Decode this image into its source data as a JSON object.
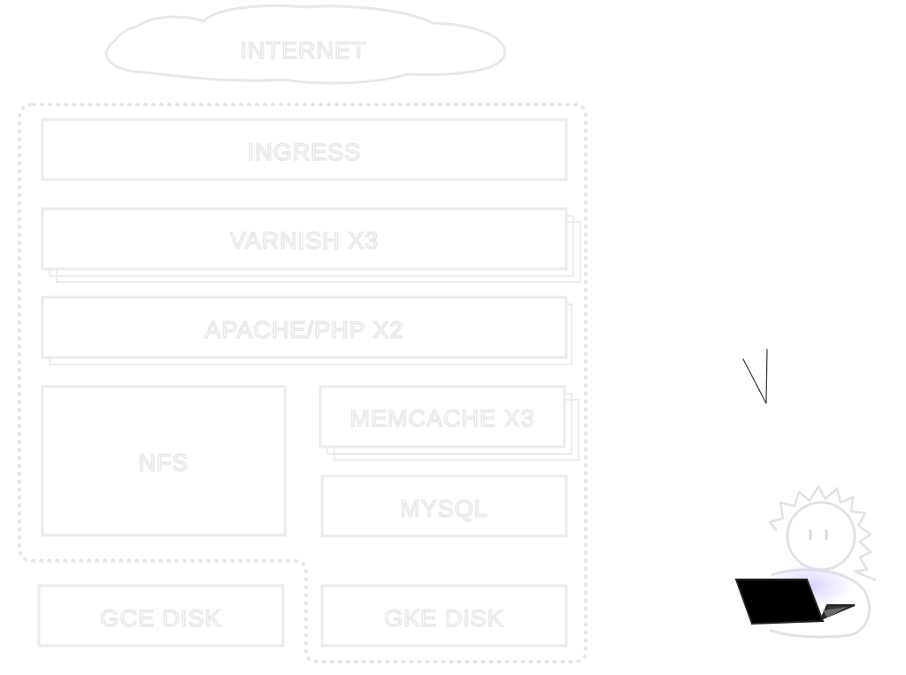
{
  "diagram": {
    "cloud_label": "INTERNET",
    "cluster_boxes": {
      "ingress": "INGRESS",
      "varnish": "VARNISH X3",
      "apache": "APACHE/PHP X2",
      "nfs": "NFS",
      "memcache": "MEMCACHE X3",
      "mysql": "MYSQL"
    },
    "disks": {
      "gce": "GCE DISK",
      "gke": "GKE DISK"
    }
  },
  "colors": {
    "outline": "#ebebeb",
    "laptop": "#000000",
    "screen_glow": "#d7ccff"
  },
  "icons": [
    "person-with-laptop-icon",
    "pencil-stroke-mark"
  ]
}
